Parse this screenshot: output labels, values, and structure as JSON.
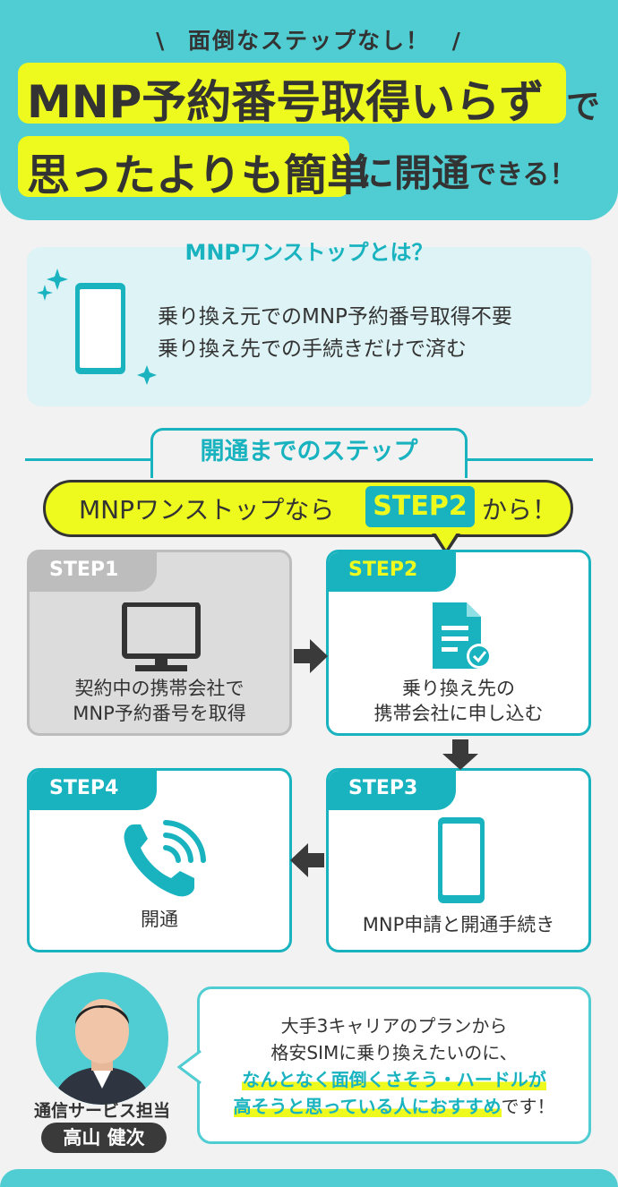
{
  "header": {
    "tagline_slash_left": "\\",
    "tagline": "面倒なステップなし！",
    "tagline_slash_right": "/",
    "headline1_hl": "MNP予約番号取得いらず",
    "headline1_rest": "で",
    "headline2_hl": "思ったよりも簡単",
    "headline2_mid": "に開通",
    "headline2_rest": "できる！"
  },
  "mnp_onestop": {
    "title": "MNPワンストップとは？",
    "line1": "乗り換え元でのMNP予約番号取得不要",
    "line2": "乗り換え先での手続きだけで済む"
  },
  "steps_section": {
    "title": "開通までのステップ",
    "bubble_pre": "MNPワンストップなら",
    "bubble_step": "STEP2",
    "bubble_post": "から！"
  },
  "steps": [
    {
      "label": "STEP1",
      "line1": "契約中の携帯会社で",
      "line2": "MNP予約番号を取得"
    },
    {
      "label": "STEP2",
      "line1": "乗り換え先の",
      "line2": "携帯会社に申し込む"
    },
    {
      "label": "STEP3",
      "line1": "MNP申請と開通手続き"
    },
    {
      "label": "STEP4",
      "line1": "開通"
    }
  ],
  "advisor": {
    "role": "通信サービス担当",
    "name": "高山 健次",
    "line1": "大手3キャリアのプランから",
    "line2": "格安SIMに乗り換えたいのに、",
    "line3": "なんとなく面倒くさそう・ハードルが",
    "line4_strong": "高そうと思っている人におすすめ",
    "line4_rest": "です！"
  },
  "colors": {
    "teal": "#50cdd2",
    "teal_dark": "#19b3c0",
    "yellow": "#eefa1e",
    "gray": "#dcdcdc"
  }
}
